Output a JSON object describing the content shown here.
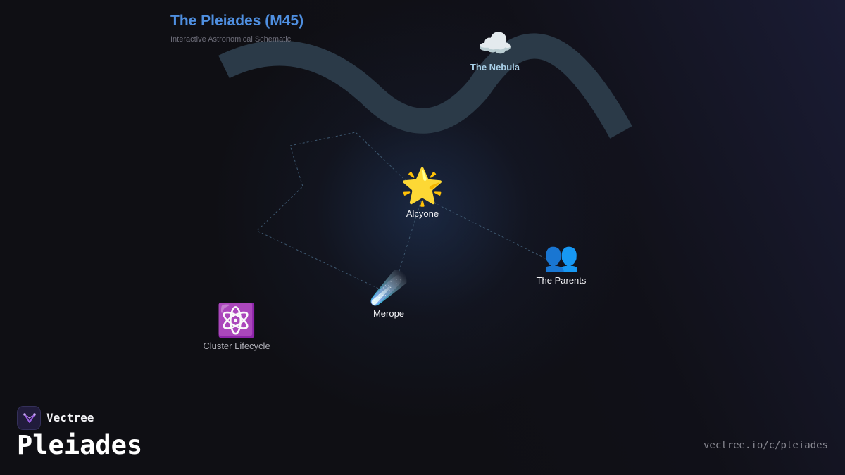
{
  "diagram": {
    "title": "The Pleiades (M45)",
    "subtitle": "Interactive Astronomical Schematic",
    "colors": {
      "title": "#4f8fe0",
      "nebula_band": "#2b3a48",
      "connector": "#3e5870",
      "background": "#0f0f14"
    },
    "nodes": [
      {
        "id": "alcyone",
        "label": "Alcyone",
        "icon": "glowing-star-icon",
        "emoji": "🌟"
      },
      {
        "id": "nebula",
        "label": "The Nebula",
        "icon": "cloud-icon",
        "emoji": "☁️"
      },
      {
        "id": "parents",
        "label": "The Parents",
        "icon": "people-icon",
        "emoji": "👥"
      },
      {
        "id": "merope",
        "label": "Merope",
        "icon": "comet-icon",
        "emoji": "☄️"
      },
      {
        "id": "lifecycle",
        "label": "Cluster Lifecycle",
        "icon": "atom-icon",
        "emoji": "⚛️"
      }
    ]
  },
  "brand": {
    "name": "Vectree",
    "logo_icon": "vectree-logo-icon",
    "page_title": "Pleiades",
    "url": "vectree.io/c/pleiades"
  }
}
